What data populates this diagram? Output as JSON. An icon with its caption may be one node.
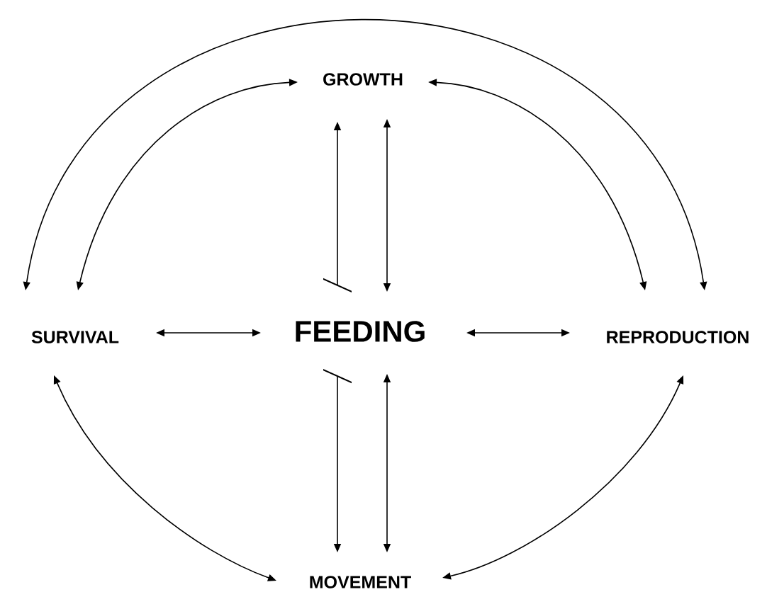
{
  "diagram": {
    "nodes": [
      {
        "text": [
          "GROWTH"
        ]
      },
      {
        "text": [
          "SURVIVAL"
        ]
      },
      {
        "text": [
          "FEEDING"
        ]
      },
      {
        "text": [
          "REPRODUCTION"
        ]
      },
      {
        "text": [
          "MOVEMENT"
        ]
      }
    ],
    "edges": [
      {
        "from": 1,
        "to": 3,
        "arrow": "both"
      },
      {
        "from": 0,
        "to": 1,
        "arrow": "both"
      },
      {
        "from": 0,
        "to": 3,
        "arrow": "both"
      },
      {
        "from": 2,
        "to": 0,
        "arrow": "to"
      },
      {
        "from": 2,
        "to": 0,
        "arrow": "both"
      },
      {
        "from": 1,
        "to": 2,
        "arrow": "both"
      },
      {
        "from": 2,
        "to": 3,
        "arrow": "both"
      },
      {
        "from": 2,
        "to": 4,
        "arrow": "to"
      },
      {
        "from": 2,
        "to": 4,
        "arrow": "both"
      },
      {
        "from": 1,
        "to": 4,
        "arrow": "both"
      },
      {
        "from": 3,
        "to": 4,
        "arrow": "both"
      }
    ]
  }
}
